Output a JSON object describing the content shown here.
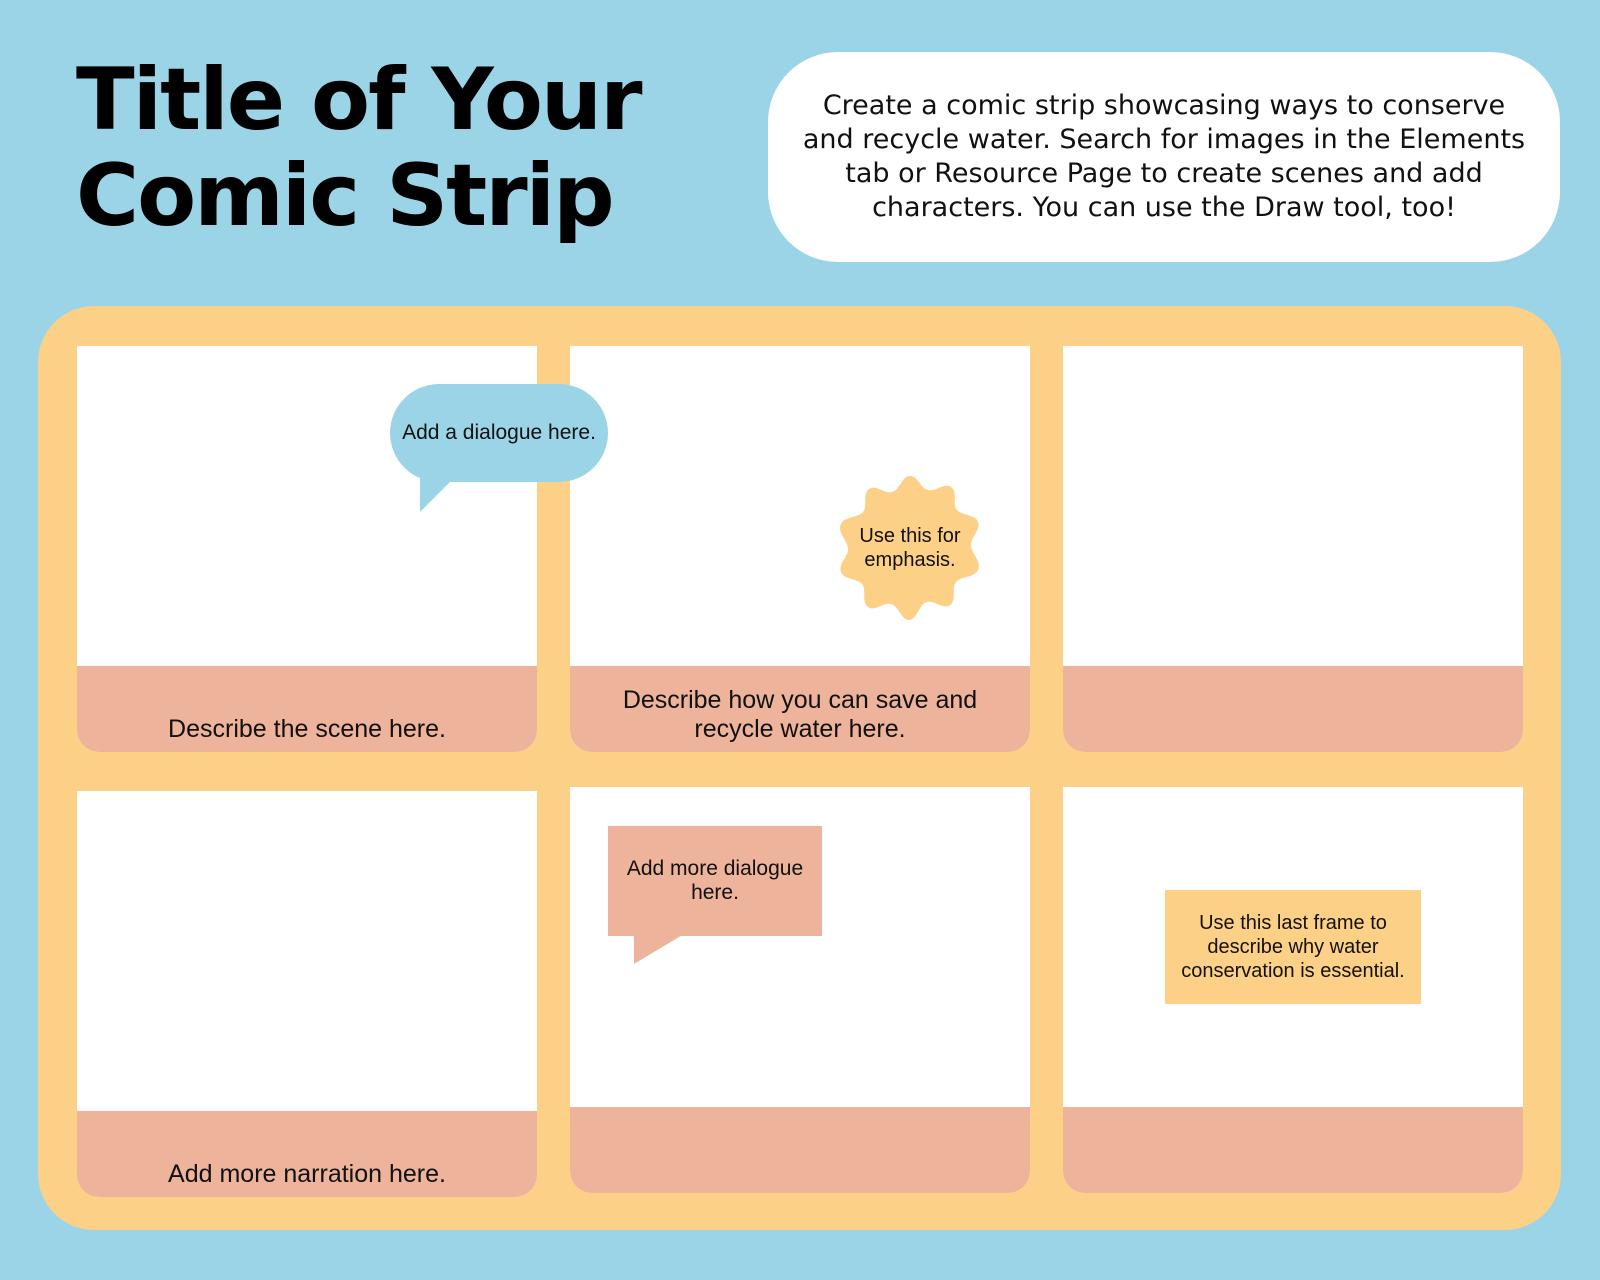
{
  "title": {
    "line1": "Title of Your",
    "line2": "Comic Strip"
  },
  "instructions": "Create a comic strip showcasing ways to conserve and recycle water. Search for images in the Elements tab or Resource Page to create scenes and add characters. You can use the Draw tool, too!",
  "panels": [
    {
      "caption": "Describe the scene here."
    },
    {
      "caption": "Describe how you can save and recycle water here."
    },
    {
      "caption": ""
    },
    {
      "caption": "Add more narration here."
    },
    {
      "caption": ""
    },
    {
      "caption": ""
    }
  ],
  "elements": {
    "dialogue_bubble": "Add a dialogue here.",
    "emphasis_badge": "Use this for emphasis.",
    "more_dialogue_bubble": "Add more dialogue here.",
    "last_frame_note": "Use this last frame to describe why water conservation is essential."
  },
  "colors": {
    "background": "#9bd4e6",
    "board": "#fdd088",
    "caption_bar": "#edb39b",
    "panel": "#ffffff"
  }
}
